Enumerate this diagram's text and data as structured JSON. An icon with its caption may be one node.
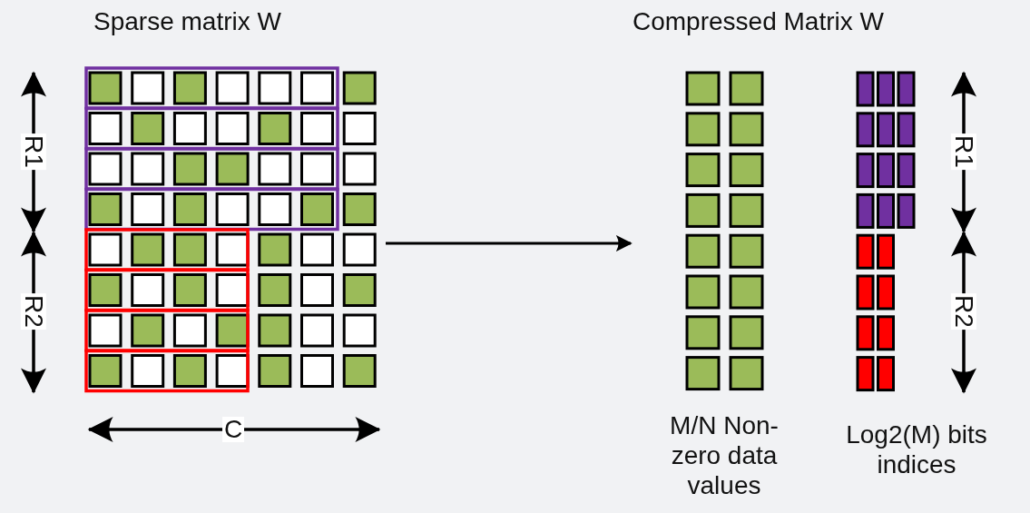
{
  "diagram": {
    "nodes": [
      {
        "text": [
          "Sparse matrix W"
        ]
      },
      {
        "text": [
          "Compressed Matrix W"
        ]
      }
    ],
    "edges": [
      {
        "from": 0,
        "to": 1,
        "arrow": "to"
      }
    ],
    "labels": [
      "R1",
      "R2",
      "C",
      "R1",
      "R2",
      "M/N Non-zero data values",
      "Log2(M) bits indices"
    ]
  }
}
